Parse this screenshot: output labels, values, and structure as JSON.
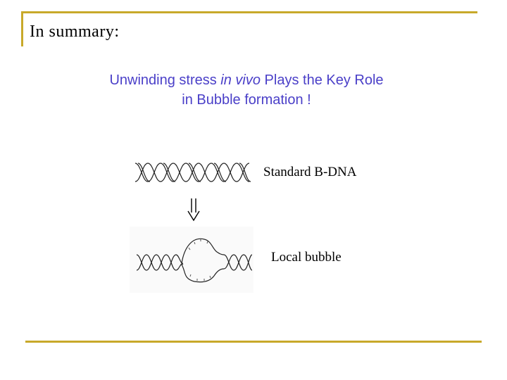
{
  "slide": {
    "title": "In summary:",
    "headline_line1_pre": "Unwinding stress ",
    "headline_line1_em": "in vivo",
    "headline_line1_post": " Plays the Key Role",
    "headline_line2": "in Bubble formation !"
  },
  "figure": {
    "standard_label": "Standard B-DNA",
    "bubble_label": "Local bubble",
    "arrow_icon": "double-down-arrow-icon"
  },
  "colors": {
    "accent": "#c8a92a",
    "headline": "#4a3fc8"
  }
}
